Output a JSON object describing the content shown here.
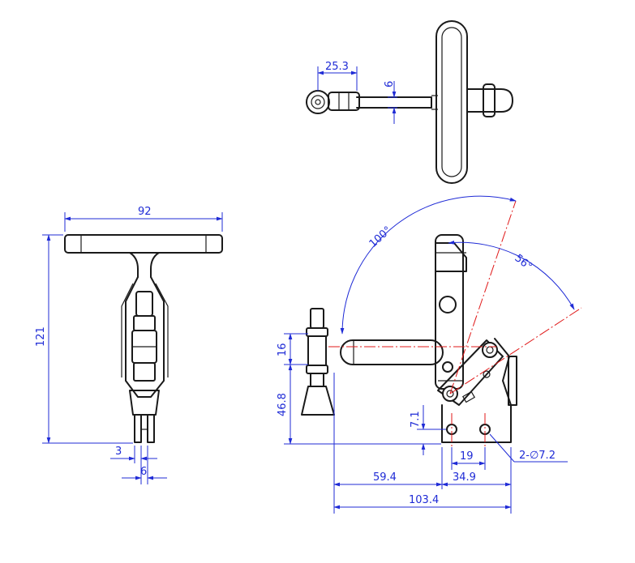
{
  "drawing": {
    "colors": {
      "outline": "#1a1a1a",
      "dimension": "#1f2bd6",
      "centerline": "#e01818",
      "background": "#ffffff"
    },
    "dimensions": {
      "handle_width": "92",
      "overall_height": "121",
      "slot_gap": "3",
      "bar_width": "6",
      "top_offset": "25.3",
      "top_thickness": "6",
      "spindle_height": "16",
      "base_height": "46.8",
      "hole_offset": "7.1",
      "hole_spacing": "19",
      "reach": "59.4",
      "base_length": "34.9",
      "overall_length": "103.4",
      "hole_diameter": "2-∅7.2",
      "open_angle": "100°",
      "handle_angle": "56°"
    }
  }
}
